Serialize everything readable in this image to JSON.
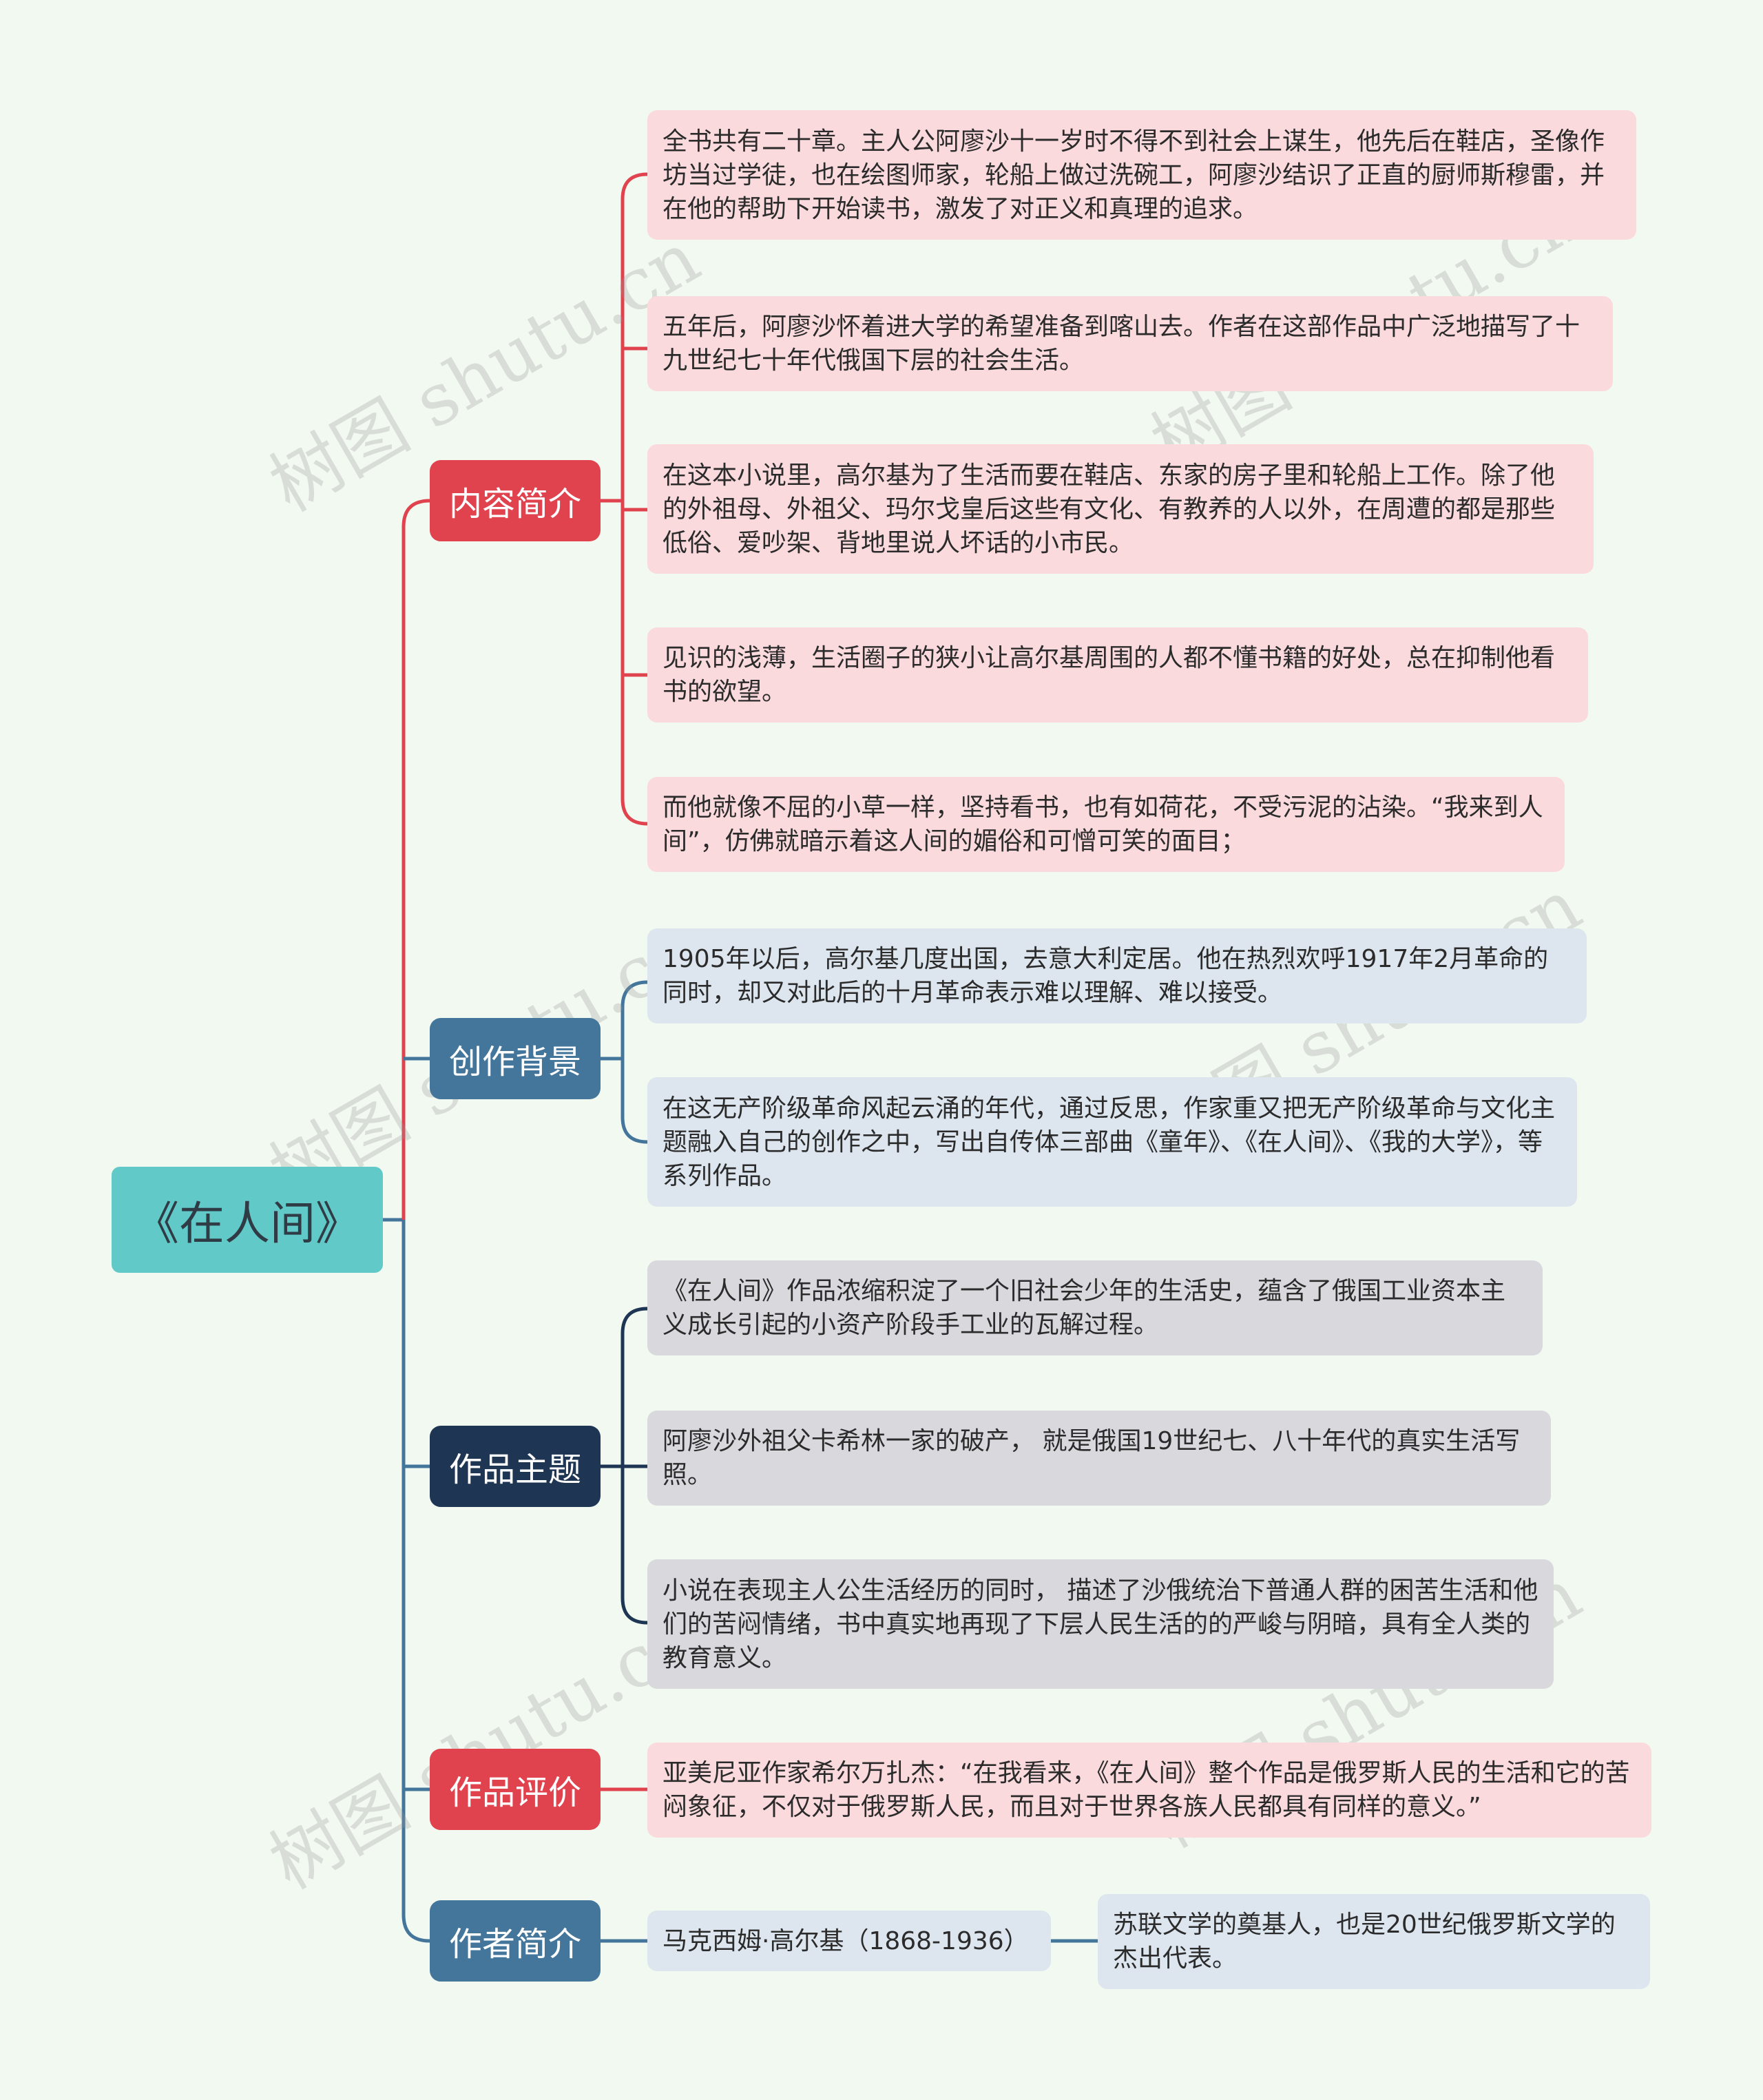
{
  "root": {
    "label": "《在人间》"
  },
  "watermark": "树图 shutu.cn",
  "colors": {
    "red": "#e0434e",
    "steel": "#44769c",
    "navy": "#1e3654",
    "teal": "#62c9c9"
  },
  "branches": [
    {
      "label": "内容简介",
      "leaves": [
        "全书共有二十章。主人公阿廖沙十一岁时不得不到社会上谋生，他先后在鞋店，圣像作坊当过学徒，也在绘图师家，轮船上做过洗碗工，阿廖沙结识了正直的厨师斯穆雷，并在他的帮助下开始读书，激发了对正义和真理的追求。",
        "五年后，阿廖沙怀着进大学的希望准备到喀山去。作者在这部作品中广泛地描写了十九世纪七十年代俄国下层的社会生活。",
        "在这本小说里，高尔基为了生活而要在鞋店、东家的房子里和轮船上工作。除了他的外祖母、外祖父、玛尔戈皇后这些有文化、有教养的人以外，在周遭的都是那些低俗、爱吵架、背地里说人坏话的小市民。",
        "见识的浅薄，生活圈子的狭小让高尔基周围的人都不懂书籍的好处，总在抑制他看书的欲望。",
        "而他就像不屈的小草一样，坚持看书，也有如荷花，不受污泥的沾染。“我来到人间”，仿佛就暗示着这人间的媚俗和可憎可笑的面目；"
      ]
    },
    {
      "label": "创作背景",
      "leaves": [
        "1905年以后，高尔基几度出国，去意大利定居。他在热烈欢呼1917年2月革命的同时，却又对此后的十月革命表示难以理解、难以接受。",
        "在这无产阶级革命风起云涌的年代，通过反思，作家重又把无产阶级革命与文化主题融入自己的创作之中，写出自传体三部曲《童年》、《在人间》、《我的大学》，等系列作品。"
      ]
    },
    {
      "label": "作品主题",
      "leaves": [
        "《在人间》作品浓缩积淀了一个旧社会少年的生活史，蕴含了俄国工业资本主义成长引起的小资产阶段手工业的瓦解过程。",
        "阿廖沙外祖父卡希林一家的破产， 就是俄国19世纪七、八十年代的真实生活写照。",
        "小说在表现主人公生活经历的同时， 描述了沙俄统治下普通人群的困苦生活和他们的苦闷情绪，书中真实地再现了下层人民生活的的严峻与阴暗，具有全人类的教育意义。"
      ]
    },
    {
      "label": "作品评价",
      "leaves": [
        "亚美尼亚作家希尔万扎杰：“在我看来，《在人间》整个作品是俄罗斯人民的生活和它的苦闷象征，不仅对于俄罗斯人民，而且对于世界各族人民都具有同样的意义。”"
      ]
    },
    {
      "label": "作者简介",
      "leaves": [
        "马克西姆·高尔基（1868-1936）"
      ],
      "sub_leaf": "苏联文学的奠基人，也是20世纪俄罗斯文学的杰出代表。"
    }
  ]
}
